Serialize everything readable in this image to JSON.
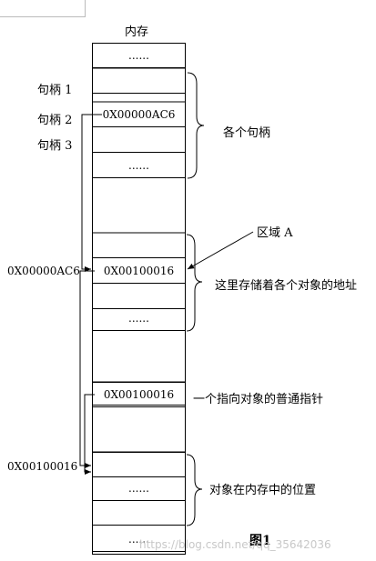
{
  "diagram": {
    "title": "内存",
    "cells": [
      {
        "text": "......"
      },
      {
        "text": ""
      },
      {
        "text": "0X00000AC6"
      },
      {
        "text": ""
      },
      {
        "text": "......"
      },
      {
        "text": ""
      },
      {
        "text": ""
      },
      {
        "text": ""
      },
      {
        "text": "0X00100016"
      },
      {
        "text": ""
      },
      {
        "text": "......"
      },
      {
        "text": ""
      },
      {
        "text": ""
      },
      {
        "text": ""
      },
      {
        "text": "0X00100016"
      },
      {
        "text": ""
      },
      {
        "text": ""
      },
      {
        "text": "......"
      },
      {
        "text": ""
      },
      {
        "text": "......"
      }
    ],
    "left_labels": {
      "handle1": "句柄 1",
      "handle2": "句柄 2",
      "handle3": "句柄 3",
      "addr_ac6": "0X00000AC6",
      "addr_100016": "0X00100016"
    },
    "annotations": {
      "handles": "各个句柄",
      "region_a": "区域 A",
      "stored_addresses": "这里存储着各个对象的地址",
      "ordinary_pointer": "一个指向对象的普通指针",
      "object_location": "对象在内存中的位置"
    },
    "figure_label": "图1",
    "watermark": "https://blog.csdn.net/qq_35642036"
  }
}
